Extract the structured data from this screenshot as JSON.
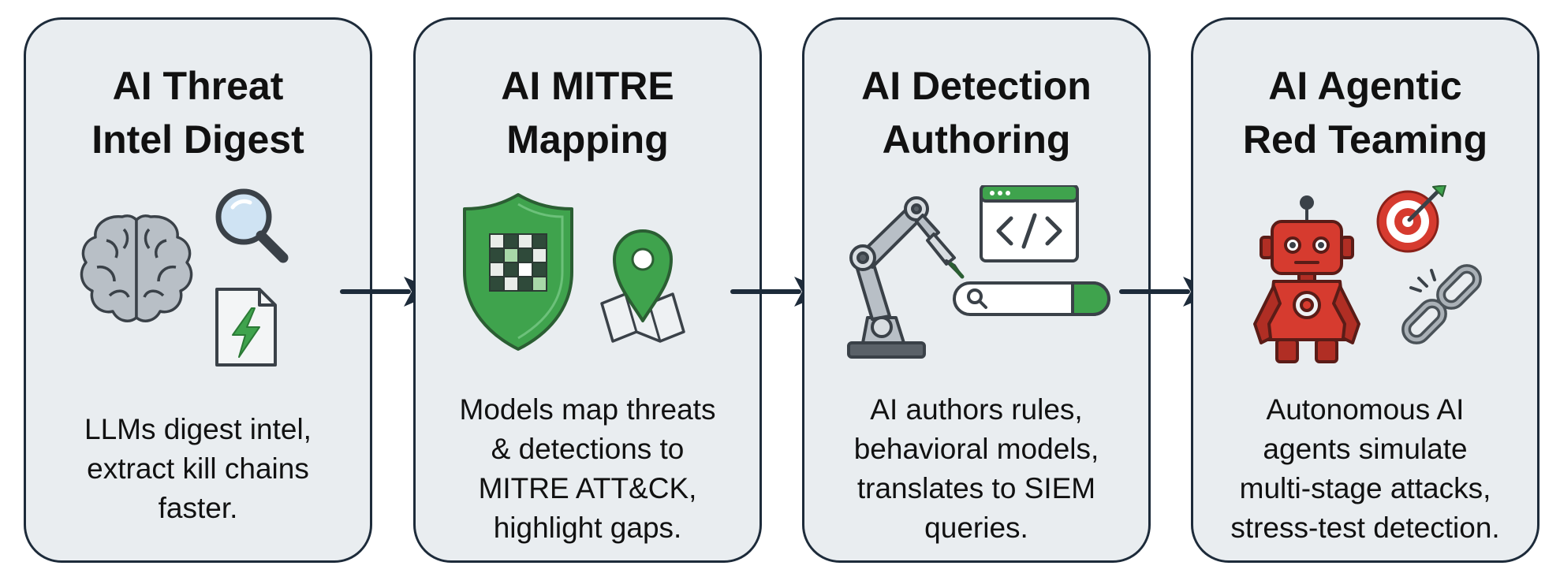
{
  "colors": {
    "card_bg": "#e9edf0",
    "card_border": "#1d2b3a",
    "arrow": "#1d2b3a",
    "green": "#3fa34d",
    "red": "#d63b2f",
    "gray": "#9aa1a8"
  },
  "steps": [
    {
      "title_lines": [
        "AI Threat",
        "Intel Digest"
      ],
      "desc_lines": [
        "LLMs digest intel,",
        "extract kill chains",
        "faster."
      ],
      "icons": [
        "brain-icon",
        "magnifier-icon",
        "lightning-document-icon"
      ]
    },
    {
      "title_lines": [
        "AI MITRE",
        "Mapping"
      ],
      "desc_lines": [
        "Models map threats",
        "& detections to",
        "MITRE ATT&CK,",
        "highlight gaps."
      ],
      "icons": [
        "matrix-shield-icon",
        "map-pin-icon"
      ]
    },
    {
      "title_lines": [
        "AI Detection",
        "Authoring"
      ],
      "desc_lines": [
        "AI authors rules,",
        "behavioral models,",
        "translates to SIEM",
        "queries."
      ],
      "icons": [
        "robotic-arm-icon",
        "code-window-icon",
        "search-bar-icon"
      ]
    },
    {
      "title_lines": [
        "AI Agentic",
        "Red Teaming"
      ],
      "desc_lines": [
        "Autonomous AI",
        "agents simulate",
        "multi-stage attacks,",
        "stress-test detection."
      ],
      "icons": [
        "robot-icon",
        "target-icon",
        "broken-chain-icon"
      ]
    }
  ]
}
